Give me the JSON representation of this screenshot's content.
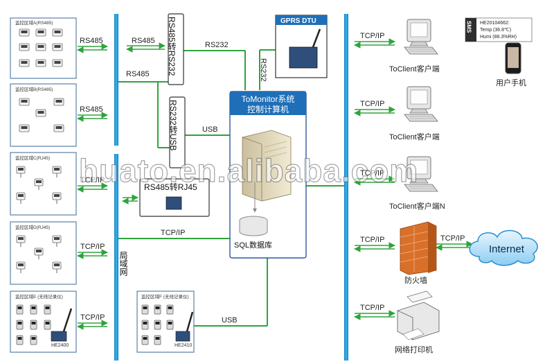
{
  "zones": {
    "a": "监控区域A(RS485)",
    "b": "监控区域B(RS485)",
    "c": "监控区域C(RJ45)",
    "d": "监控区域D(RJ45)",
    "e": "监控区域E (无线记录仪)",
    "f": "监控区域F (无线记录仪)"
  },
  "labels": {
    "rs485_a": "RS485",
    "rs485_b": "RS485",
    "rs485_bus": "RS485",
    "rs485_mid": "RS485",
    "rs232": "RS232",
    "rs232_v": "RS232",
    "tcp_c": "TCP/IP",
    "tcp_d": "TCP/IP",
    "tcp_e": "TCP/IP",
    "tcp_lan": "TCP/IP",
    "usb_top": "USB",
    "usb_bottom": "USB",
    "tcp_client1": "TCP/IP",
    "tcp_client2": "TCP/IP",
    "tcp_client3": "TCP/IP",
    "tcp_firewall": "TCP/IP",
    "tcp_internet": "TCP/IP",
    "tcp_printer": "TCP/IP"
  },
  "converters": {
    "rs485_232": "RS485转RS232",
    "rs232_usb": "RS232转USB",
    "rs485_rj45": "RS485转RJ45"
  },
  "gprs": "GPRS DTU",
  "server": {
    "title1": "ToMonitor系统",
    "title2": "控制计算机",
    "db": "SQL数据库"
  },
  "lan": "局域网",
  "clients": [
    "ToClient客户端",
    "ToClient客户端",
    "ToClient客户端N"
  ],
  "phone_label": "用户手机",
  "sms": {
    "tag": "SMS",
    "line1": "HE20104662:",
    "line2": "Temp (36.8℃)",
    "line3": "Humi (88.3%RH)"
  },
  "firewall": "防火墙",
  "internet": "Internet",
  "printer": "网络打印机",
  "devices": {
    "he2400": "HE2400",
    "he2410": "HE2410"
  },
  "watermark": "huato.en.alibaba.com",
  "colors": {
    "bus_blue": "#1a9be0",
    "link_green": "#2ea33a",
    "box_border": "#5a7fa8",
    "firewall": "#d9702a"
  }
}
